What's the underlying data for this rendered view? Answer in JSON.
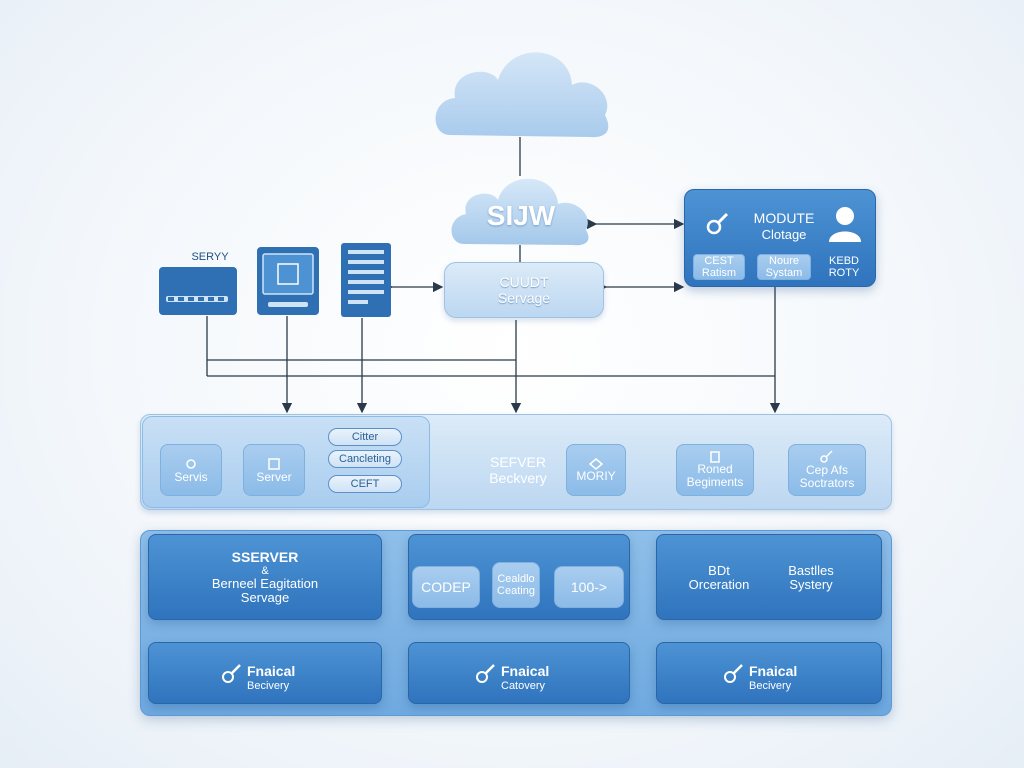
{
  "top_cloud": {
    "label": ""
  },
  "cloud2": {
    "label": "SIJW"
  },
  "cloud_service": {
    "line1": "CUUDT",
    "line2": "Servage"
  },
  "module": {
    "title": "MODUTE",
    "subtitle": "Clotage",
    "btn1_line1": "CEST",
    "btn1_line2": "Ratism",
    "btn2_line1": "Noure",
    "btn2_line2": "Systam",
    "right_line1": "KEBD",
    "right_line2": "ROTY"
  },
  "devices": {
    "label": "SERYY"
  },
  "middle_layer": {
    "servis": "Servis",
    "server": "Server",
    "pill1": "Citter",
    "pill2": "Cancleting",
    "pill3": "CEFT",
    "server_label_line1": "SEFVER",
    "server_label_line2": "Beckvery",
    "moriy": "MORIY",
    "roned_line1": "Roned",
    "roned_line2": "Begiments",
    "cep_line1": "Cep Afs",
    "cep_line2": "Soctrators"
  },
  "bottom_layer": {
    "sserver_title": "SSERVER",
    "sserver_amp": "&",
    "sserver_line2": "Berneel Eagitation",
    "sserver_line3": "Servage",
    "codep": "CODEP",
    "coding_line1": "Cealdlo",
    "coding_line2": "Ceating",
    "stepper": "100->",
    "bdt_line1": "BDt",
    "bdt_line2": "Orceration",
    "bastles_line1": "Bastlles",
    "bastles_line2": "Systery",
    "fn1_title": "Fnaical",
    "fn1_sub": "Becivery",
    "fn2_title": "Fnaical",
    "fn2_sub": "Catovery",
    "fn3_title": "Fnaical",
    "fn3_sub": "Becivery"
  },
  "colors": {
    "accent": "#2f74bd",
    "light": "#bcd7f1",
    "wire": "#2b3a4a"
  }
}
